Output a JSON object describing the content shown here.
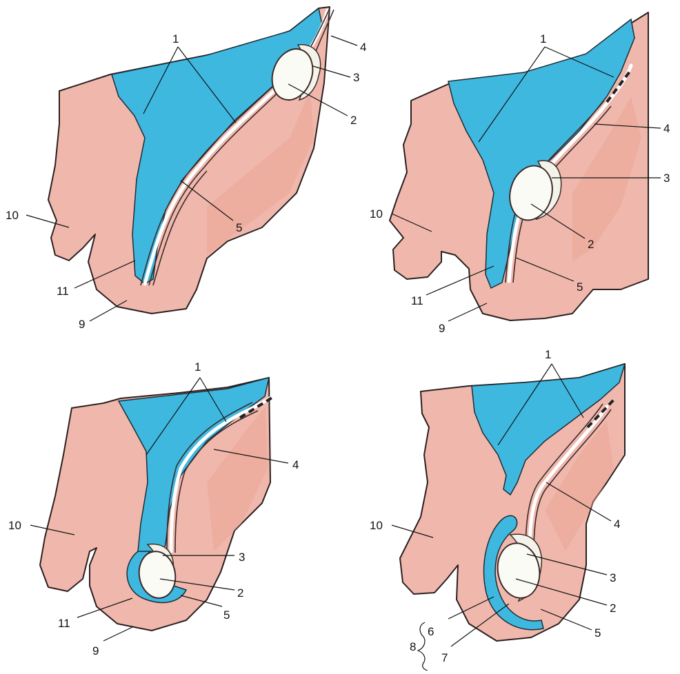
{
  "panels": [
    {
      "labels": {
        "l1": "1",
        "l2": "2",
        "l3": "3",
        "l4": "4",
        "l5": "5",
        "l9": "9",
        "l10": "10",
        "l11": "11"
      }
    },
    {
      "labels": {
        "l1": "1",
        "l2": "2",
        "l3": "3",
        "l4": "4",
        "l5": "5",
        "l9": "9",
        "l10": "10",
        "l11": "11"
      }
    },
    {
      "labels": {
        "l1": "1",
        "l2": "2",
        "l3": "3",
        "l4": "4",
        "l5": "5",
        "l9": "9",
        "l10": "10",
        "l11": "11"
      }
    },
    {
      "labels": {
        "l1": "1",
        "l2": "2",
        "l3": "3",
        "l4": "4",
        "l5": "5",
        "l6": "6",
        "l7": "7",
        "l8": "8",
        "l10": "10"
      }
    }
  ],
  "colors": {
    "skin": "#f0b8ac",
    "peritoneal_cavity": "#3fb8e0",
    "testis": "#fbfbf5",
    "outline": "#2a1f1f"
  }
}
